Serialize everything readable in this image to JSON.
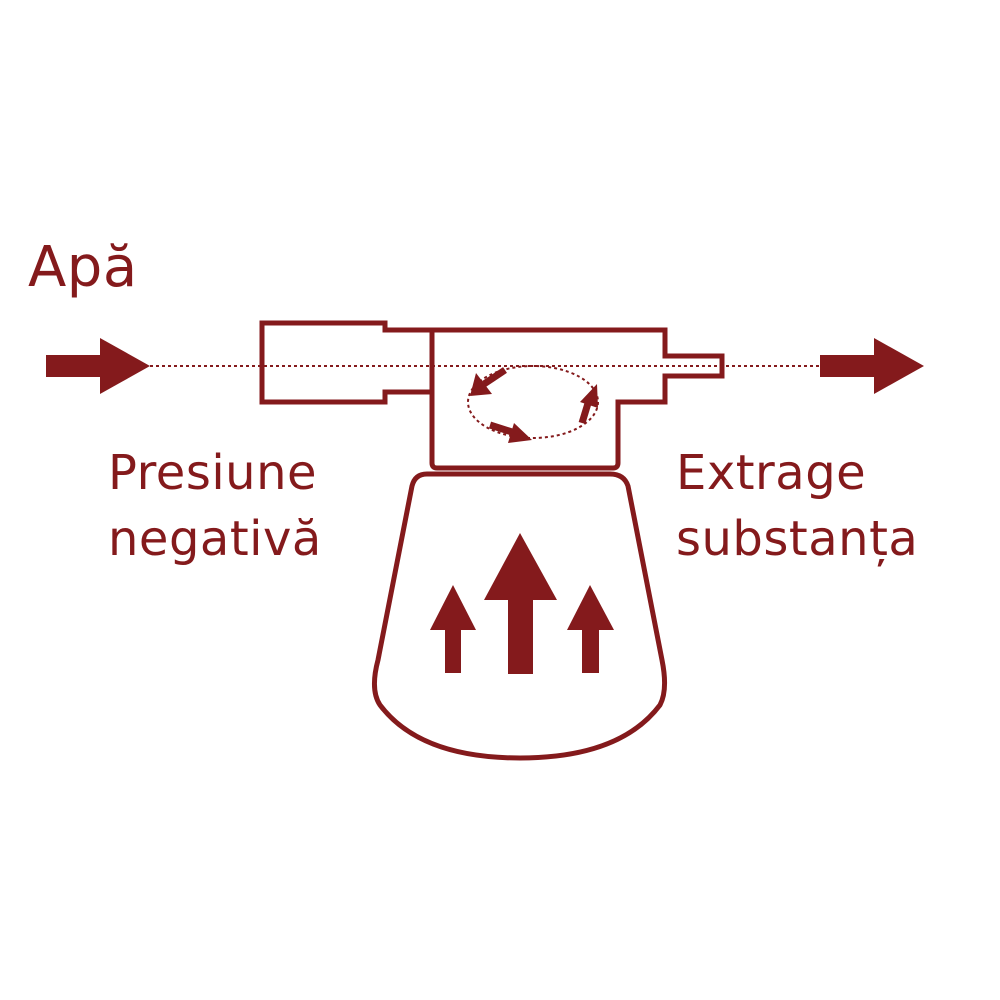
{
  "colors": {
    "accent": "#841A1C",
    "background": "#ffffff"
  },
  "labels": {
    "water": "Apă",
    "negative_pressure": [
      "Presiune",
      "negativă"
    ],
    "extract_substance": [
      "Extrage",
      "substanța"
    ]
  },
  "icons": {
    "inflow_arrow": "arrow-right-icon",
    "outflow_arrow": "arrow-right-icon",
    "swirl_arrows": "circular-arrows-icon",
    "rising_arrows": "arrow-up-icon"
  }
}
